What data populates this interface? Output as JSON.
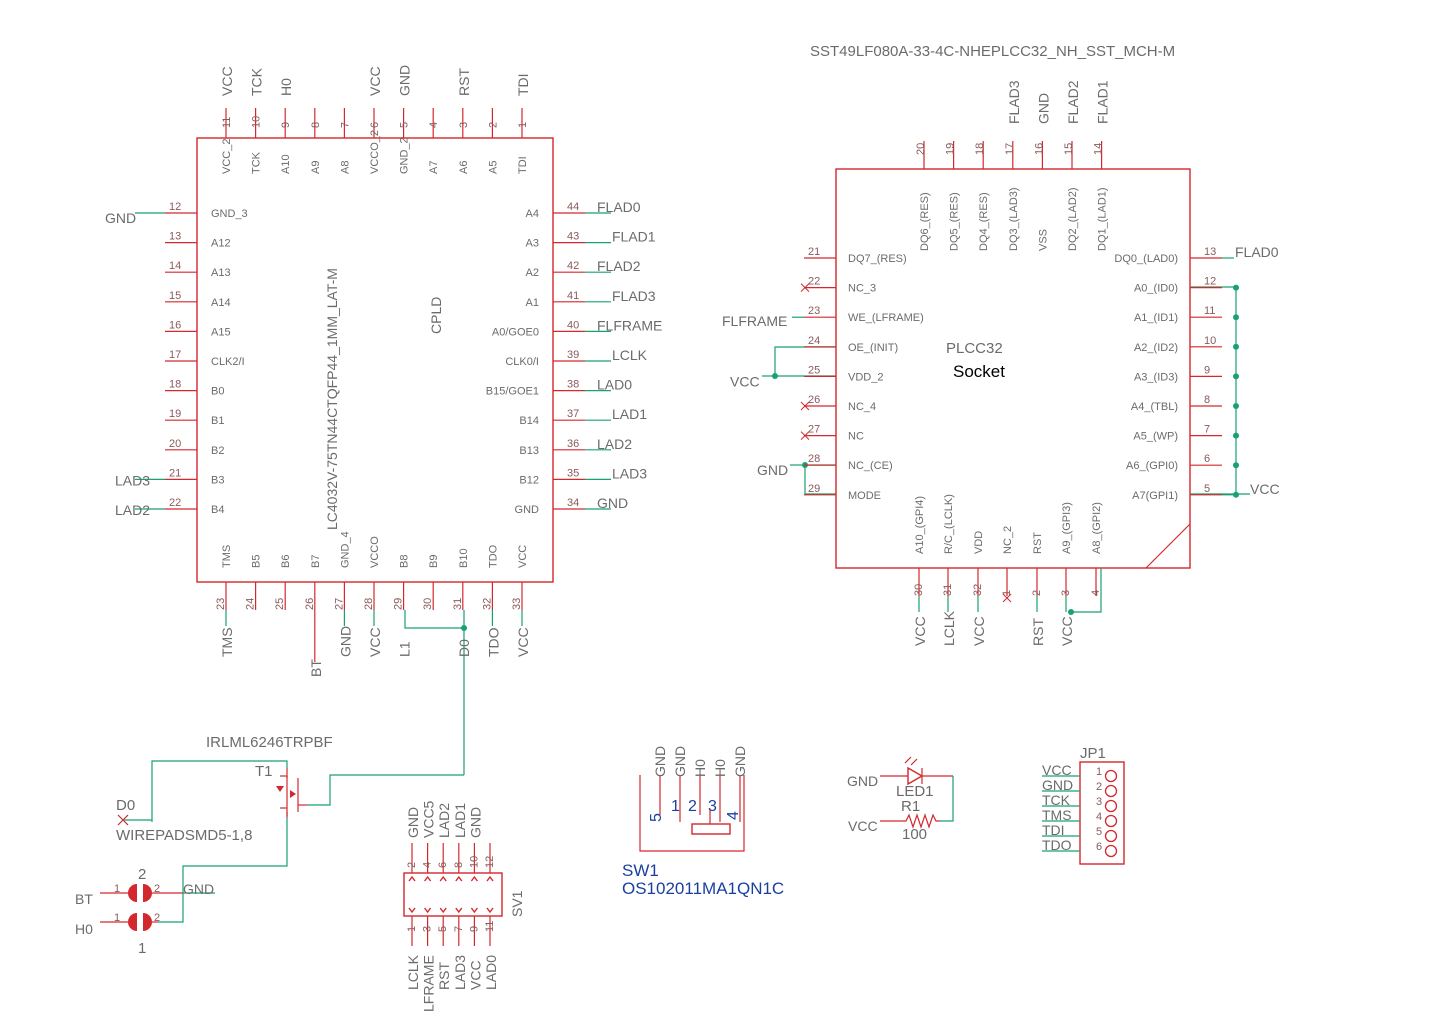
{
  "cpld": {
    "title": "LC4032V-75TN44CTQFP44_1MM_LAT-M",
    "value": "CPLD",
    "top": [
      [
        "VCC_2",
        "11",
        "VCC"
      ],
      [
        "TCK",
        "10",
        "TCK"
      ],
      [
        "A10",
        "9",
        "H0"
      ],
      [
        "A9",
        "8",
        ""
      ],
      [
        "A8",
        "7",
        ""
      ],
      [
        "VCCO_2",
        "6",
        "VCC"
      ],
      [
        "GND_2",
        "5",
        "GND"
      ],
      [
        "A7",
        "4",
        ""
      ],
      [
        "A6",
        "3",
        "RST"
      ],
      [
        "A5",
        "2",
        ""
      ],
      [
        "TDI",
        "1",
        "TDI"
      ]
    ],
    "left": [
      [
        "GND_3",
        "12",
        "GND"
      ],
      [
        "A12",
        "13",
        ""
      ],
      [
        "A13",
        "14",
        ""
      ],
      [
        "A14",
        "15",
        ""
      ],
      [
        "A15",
        "16",
        ""
      ],
      [
        "CLK2/I",
        "17",
        ""
      ],
      [
        "B0",
        "18",
        ""
      ],
      [
        "B1",
        "19",
        ""
      ],
      [
        "B2",
        "20",
        ""
      ],
      [
        "B3",
        "21",
        "LAD3"
      ],
      [
        "B4",
        "22",
        "LAD2"
      ]
    ],
    "right": [
      [
        "A4",
        "44",
        "FLAD0"
      ],
      [
        "A3",
        "43",
        "FLAD1"
      ],
      [
        "A2",
        "42",
        "FLAD2"
      ],
      [
        "A1",
        "41",
        "FLAD3"
      ],
      [
        "A0/GOE0",
        "40",
        "FLFRAME"
      ],
      [
        "CLK0/I",
        "39",
        "LCLK"
      ],
      [
        "B15/GOE1",
        "38",
        "LAD0"
      ],
      [
        "B14",
        "37",
        "LAD1"
      ],
      [
        "B13",
        "36",
        "LAD2"
      ],
      [
        "B12",
        "35",
        "LAD3"
      ],
      [
        "GND",
        "34",
        "GND"
      ]
    ],
    "bottom": [
      [
        "TMS",
        "23",
        "TMS"
      ],
      [
        "B5",
        "24",
        ""
      ],
      [
        "B6",
        "25",
        ""
      ],
      [
        "B7",
        "26",
        "BT"
      ],
      [
        "GND_4",
        "27",
        "GND"
      ],
      [
        "VCCO",
        "28",
        "VCC"
      ],
      [
        "B8",
        "29",
        "L1"
      ],
      [
        "B9",
        "30",
        ""
      ],
      [
        "B10",
        "31",
        "D0"
      ],
      [
        "TDO",
        "32",
        "TDO"
      ],
      [
        "VCC",
        "33",
        "VCC"
      ]
    ]
  },
  "plcc": {
    "title": "SST49LF080A-33-4C-NHEPLCC32_NH_SST_MCH-M",
    "value": "PLCC32",
    "value2": "Socket",
    "top": [
      [
        "DQ6_(RES)",
        "20",
        ""
      ],
      [
        "DQ5_(RES)",
        "19",
        ""
      ],
      [
        "DQ4_(RES)",
        "18",
        ""
      ],
      [
        "DQ3_(LAD3)",
        "17",
        "FLAD3"
      ],
      [
        "VSS",
        "16",
        "GND"
      ],
      [
        "DQ2_(LAD2)",
        "15",
        "FLAD2"
      ],
      [
        "DQ1_(LAD1)",
        "14",
        "FLAD1"
      ]
    ],
    "left": [
      [
        "DQ7_(RES)",
        "21",
        ""
      ],
      [
        "NC_3",
        "22",
        ""
      ],
      [
        "WE_(LFRAME)",
        "23",
        "FLFRAME"
      ],
      [
        "OE_(INIT)",
        "24",
        ""
      ],
      [
        "VDD_2",
        "25",
        "VCC"
      ],
      [
        "NC_4",
        "26",
        ""
      ],
      [
        "NC",
        "27",
        ""
      ],
      [
        "NC_(CE)",
        "28",
        "GND"
      ],
      [
        "MODE",
        "29",
        ""
      ]
    ],
    "right": [
      [
        "DQ0_(LAD0)",
        "13",
        "FLAD0"
      ],
      [
        "A0_(ID0)",
        "12",
        ""
      ],
      [
        "A1_(ID1)",
        "11",
        ""
      ],
      [
        "A2_(ID2)",
        "10",
        ""
      ],
      [
        "A3_(ID3)",
        "9",
        ""
      ],
      [
        "A4_(TBL)",
        "8",
        ""
      ],
      [
        "A5_(WP)",
        "7",
        ""
      ],
      [
        "A6_(GPI0)",
        "6",
        ""
      ],
      [
        "A7(GPI1)",
        "5",
        "VCC"
      ]
    ],
    "bottom": [
      [
        "A10_(GPI4)",
        "30",
        "VCC"
      ],
      [
        "R/C_(LCLK)",
        "31",
        "LCLK"
      ],
      [
        "VDD",
        "32",
        "VCC"
      ],
      [
        "NC_2",
        "1",
        ""
      ],
      [
        "RST",
        "2",
        "RST"
      ],
      [
        "A9_(GPI3)",
        "3",
        "VCC"
      ],
      [
        "A8_(GPI2)",
        "4",
        ""
      ]
    ]
  },
  "t1": {
    "part": "IRLML6246TRPBF",
    "name": "T1"
  },
  "wp": {
    "name": "D0",
    "part": "WIREPADSMD5-1,8"
  },
  "jumpers": {
    "n1": "1",
    "n2": "2",
    "gnd": "GND",
    "bt": "BT",
    "h0": "H0",
    "top": "2",
    "bot": "1"
  },
  "sv1": {
    "name": "SV1",
    "top": [
      [
        "2",
        "GND"
      ],
      [
        "4",
        "VCC5"
      ],
      [
        "6",
        "LAD2"
      ],
      [
        "8",
        "LAD1"
      ],
      [
        "10",
        "GND"
      ],
      [
        "12",
        ""
      ]
    ],
    "bottom": [
      [
        "1",
        "LCLK"
      ],
      [
        "3",
        "LFRAME"
      ],
      [
        "5",
        "RST"
      ],
      [
        "7",
        "LAD3"
      ],
      [
        "9",
        "VCC"
      ],
      [
        "11",
        "LAD0"
      ]
    ]
  },
  "sw1": {
    "name": "SW1",
    "part": "OS102011MA1QN1C",
    "nets": [
      "GND",
      "GND",
      "H0",
      "GND"
    ],
    "p5": "5",
    "p1": "1",
    "p2": "2",
    "p3": "3",
    "p4": "4"
  },
  "led": {
    "gnd": "GND",
    "vcc": "VCC",
    "led": "LED1",
    "r": "R1",
    "rv": "100"
  },
  "jp1": {
    "name": "JP1",
    "pins": [
      [
        "1",
        "VCC"
      ],
      [
        "2",
        "GND"
      ],
      [
        "3",
        "TCK"
      ],
      [
        "4",
        "TMS"
      ],
      [
        "5",
        "TDI"
      ],
      [
        "6",
        "TDO"
      ]
    ]
  }
}
